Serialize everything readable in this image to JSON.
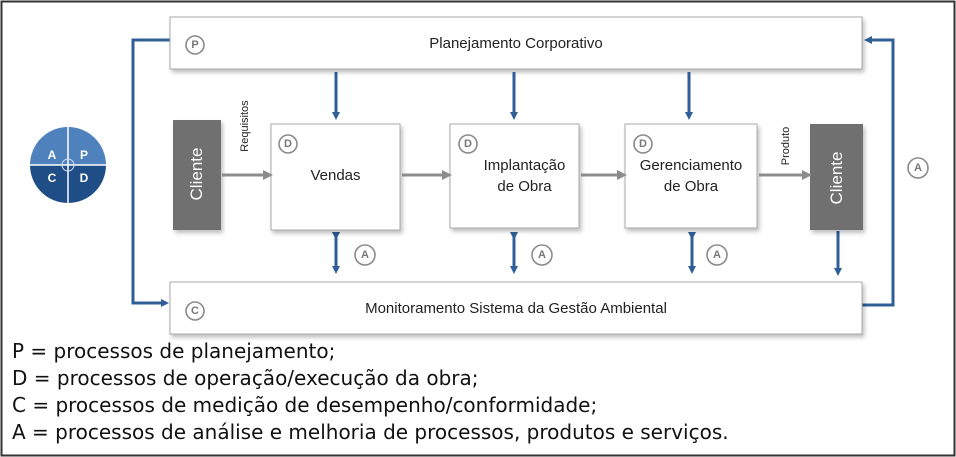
{
  "diagram": {
    "top_bar": "Planejamento Corporativo",
    "bottom_bar": "Monitoramento Sistema da Gestão Ambiental",
    "client_left": "Cliente",
    "client_right": "Cliente",
    "requisitos": "Requisitos",
    "produto": "Produto",
    "vendas": "Vendas",
    "implantacao_1": "Implantação",
    "implantacao_2": "de Obra",
    "gerenciamento_1": "Gerenciamento",
    "gerenciamento_2": "de Obra",
    "badge_p": "P",
    "badge_c": "C",
    "badge_d": "D",
    "badge_a": "A",
    "pdca": {
      "a": "A",
      "p": "P",
      "c": "C",
      "d": "D"
    }
  },
  "legend": [
    "P = processos de planejamento;",
    "D = processos de operação/execução da obra;",
    "C = processos de medição de desempenho/conformidade;",
    "A = processos de análise e melhoria de processos, produtos e serviços."
  ],
  "colors": {
    "arrow_blue": "#2f5f96",
    "client_gray": "#707070",
    "process_arrow": "#8c8c8c",
    "pdca_light": "#4f81bd",
    "pdca_dark": "#1f4e87"
  }
}
